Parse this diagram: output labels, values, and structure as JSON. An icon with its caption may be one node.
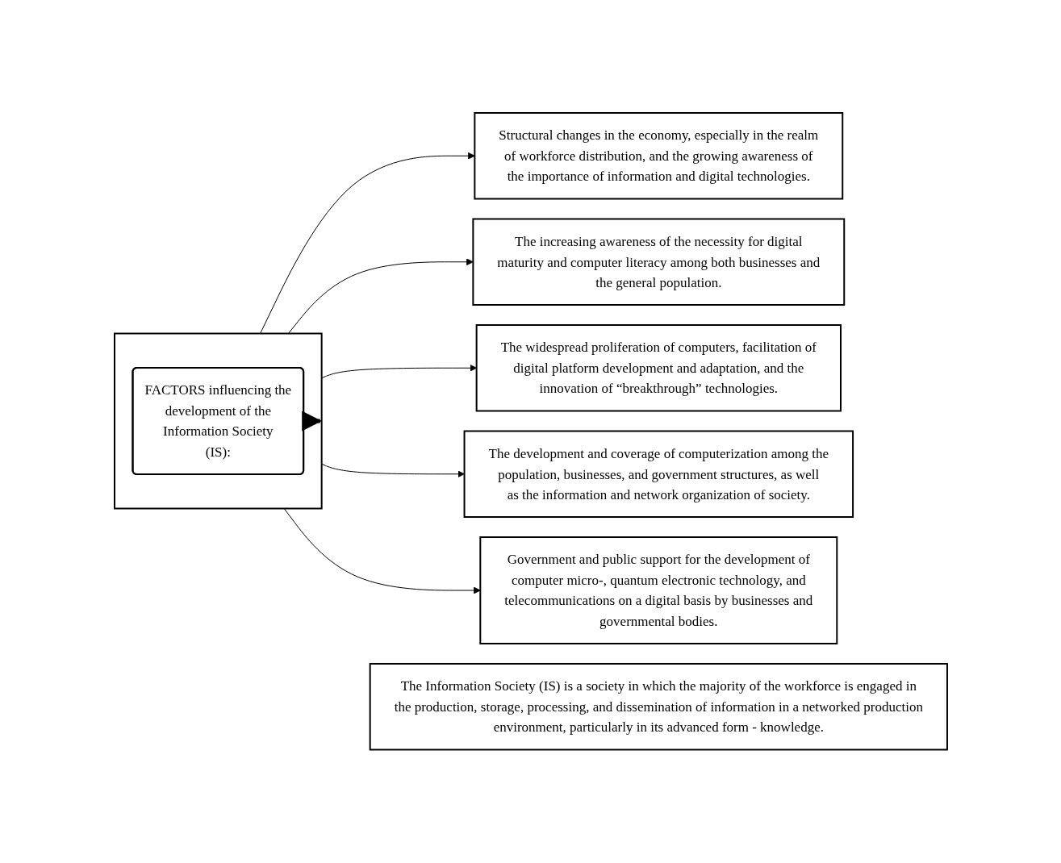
{
  "diagram": {
    "nodes": [
      {
        "text": [],
        "shape": "box"
      },
      {
        "text": [
          "FACTORS influencing the development of the Information Society (IS):"
        ],
        "in": 0
      },
      {
        "text": [
          "Structural changes in the economy, especially in the realm of workforce distribution, and the growing awareness of the importance of information and digital technologies."
        ]
      },
      {
        "text": [
          "The increasing awareness of the necessity for digital maturity and computer literacy among both businesses and the general population."
        ]
      },
      {
        "text": [
          "The widespread proliferation of computers, facilitation of digital platform development and adaptation, and the innovation of “breakthrough” technologies."
        ]
      },
      {
        "text": [
          "The development and coverage of computerization among the population, businesses, and government structures, as well as the information and network organization of society."
        ]
      },
      {
        "text": [
          "Government and public support for the development of computer micro-, quantum electronic technology, and telecommunications on a digital basis by businesses and governmental bodies."
        ]
      },
      {
        "text": [
          "The Information Society (IS) is a society in which the majority of the workforce is engaged in the production, storage, processing, and dissemination of information in a networked production environment, particularly in its advanced form - knowledge."
        ]
      }
    ],
    "edges": [
      {
        "from": 1,
        "to": 0,
        "arrow": "to",
        "style": "thick"
      },
      {
        "from": 0,
        "to": 2,
        "arrow": "to"
      },
      {
        "from": 0,
        "to": 3,
        "arrow": "to"
      },
      {
        "from": 0,
        "to": 4,
        "arrow": "to"
      },
      {
        "from": 0,
        "to": 5,
        "arrow": "to"
      },
      {
        "from": 0,
        "to": 6,
        "arrow": "to"
      }
    ]
  }
}
